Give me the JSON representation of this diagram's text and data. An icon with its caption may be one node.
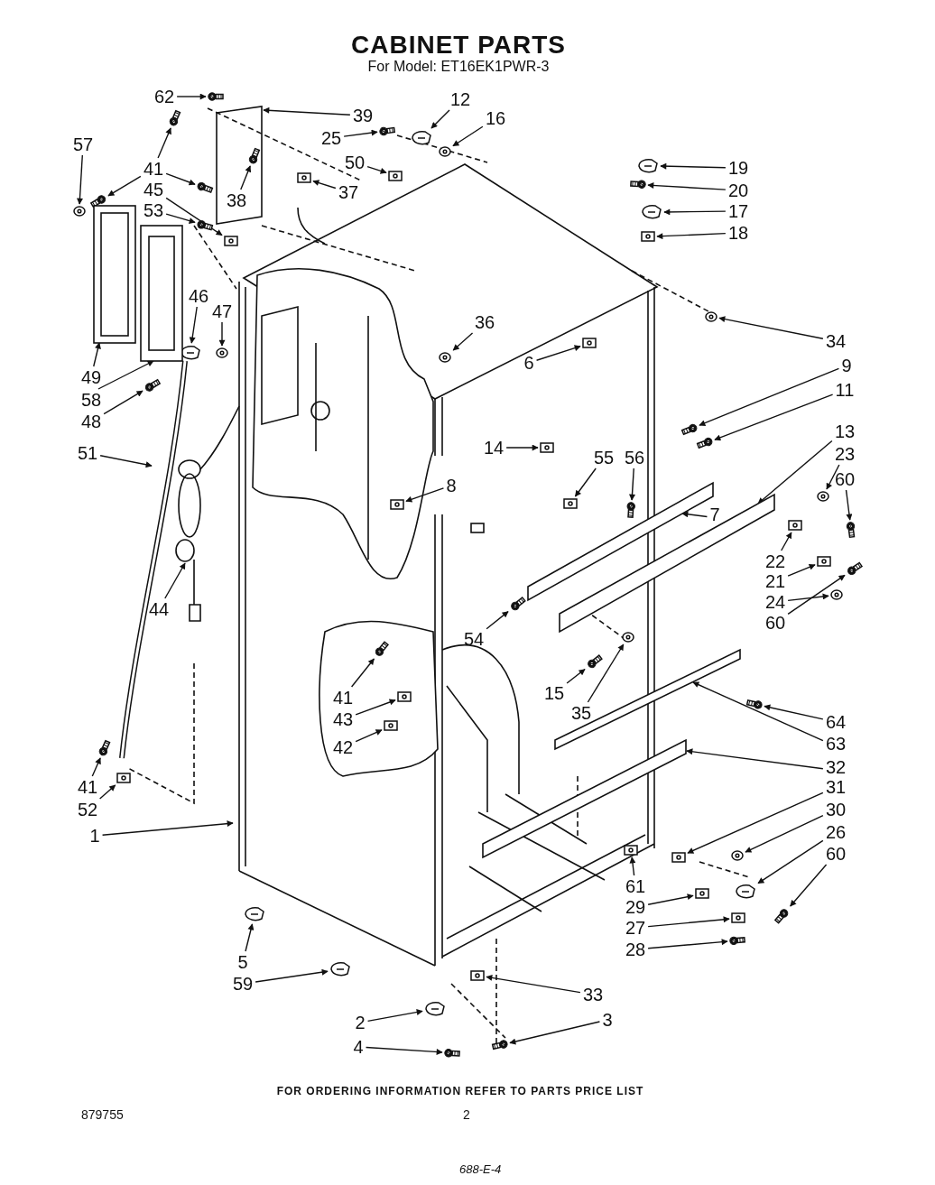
{
  "diagram": {
    "title": "CABINET PARTS",
    "nodes": [
      {
        "text": [
          "62"
        ]
      },
      {
        "text": [
          "39"
        ]
      },
      {
        "text": [
          "12"
        ]
      },
      {
        "text": [
          "25"
        ]
      },
      {
        "text": [
          "16"
        ]
      },
      {
        "text": [
          "50"
        ]
      },
      {
        "text": [
          "57"
        ]
      },
      {
        "text": [
          "41"
        ]
      },
      {
        "text": [
          "45"
        ]
      },
      {
        "text": [
          "53"
        ]
      },
      {
        "text": [
          "38"
        ]
      },
      {
        "text": [
          "37"
        ]
      },
      {
        "text": [
          "19"
        ]
      },
      {
        "text": [
          "20"
        ]
      },
      {
        "text": [
          "17"
        ]
      },
      {
        "text": [
          "18"
        ]
      },
      {
        "text": [
          "46"
        ]
      },
      {
        "text": [
          "47"
        ]
      },
      {
        "text": [
          "36"
        ]
      },
      {
        "text": [
          "34"
        ]
      },
      {
        "text": [
          "6"
        ]
      },
      {
        "text": [
          "9"
        ]
      },
      {
        "text": [
          "11"
        ]
      },
      {
        "text": [
          "49"
        ]
      },
      {
        "text": [
          "58"
        ]
      },
      {
        "text": [
          "48"
        ]
      },
      {
        "text": [
          "51"
        ]
      },
      {
        "text": [
          "14"
        ]
      },
      {
        "text": [
          "13"
        ]
      },
      {
        "text": [
          "55"
        ]
      },
      {
        "text": [
          "56"
        ]
      },
      {
        "text": [
          "23"
        ]
      },
      {
        "text": [
          "60"
        ]
      },
      {
        "text": [
          "7"
        ]
      },
      {
        "text": [
          "8"
        ]
      },
      {
        "text": [
          "22"
        ]
      },
      {
        "text": [
          "21"
        ]
      },
      {
        "text": [
          "24"
        ]
      },
      {
        "text": [
          "60"
        ]
      },
      {
        "text": [
          "44"
        ]
      },
      {
        "text": [
          "54"
        ]
      },
      {
        "text": [
          "15"
        ]
      },
      {
        "text": [
          "35"
        ]
      },
      {
        "text": [
          "41"
        ]
      },
      {
        "text": [
          "43"
        ]
      },
      {
        "text": [
          "42"
        ]
      },
      {
        "text": [
          "64"
        ]
      },
      {
        "text": [
          "63"
        ]
      },
      {
        "text": [
          "32"
        ]
      },
      {
        "text": [
          "41"
        ]
      },
      {
        "text": [
          "52"
        ]
      },
      {
        "text": [
          "31"
        ]
      },
      {
        "text": [
          "30"
        ]
      },
      {
        "text": [
          "26"
        ]
      },
      {
        "text": [
          "60"
        ]
      },
      {
        "text": [
          "1"
        ]
      },
      {
        "text": [
          "61"
        ]
      },
      {
        "text": [
          "29"
        ]
      },
      {
        "text": [
          "27"
        ]
      },
      {
        "text": [
          "28"
        ]
      },
      {
        "text": [
          "5"
        ]
      },
      {
        "text": [
          "59"
        ]
      },
      {
        "text": [
          "33"
        ]
      },
      {
        "text": [
          "2"
        ]
      },
      {
        "text": [
          "3"
        ]
      },
      {
        "text": [
          "4"
        ]
      },
      {
        "text": [],
        "shape": "picture"
      },
      {
        "text": [],
        "shape": "picture"
      },
      {
        "text": [],
        "shape": "picture"
      },
      {
        "text": [],
        "shape": "picture"
      },
      {
        "text": [],
        "shape": "picture"
      },
      {
        "text": [],
        "shape": "picture"
      },
      {
        "text": [],
        "shape": "picture"
      },
      {
        "text": [],
        "shape": "picture"
      },
      {
        "text": [],
        "shape": "picture"
      },
      {
        "text": [],
        "shape": "picture"
      },
      {
        "text": [],
        "shape": "picture"
      },
      {
        "text": [],
        "shape": "picture"
      },
      {
        "text": [],
        "shape": "picture"
      },
      {
        "text": [],
        "shape": "picture"
      },
      {
        "text": [],
        "shape": "picture"
      },
      {
        "text": [],
        "shape": "picture"
      },
      {
        "text": [],
        "shape": "picture"
      },
      {
        "text": [],
        "shape": "picture"
      },
      {
        "text": [],
        "shape": "picture"
      },
      {
        "text": [],
        "shape": "picture"
      },
      {
        "text": [],
        "shape": "picture"
      },
      {
        "text": [],
        "shape": "picture"
      },
      {
        "text": [],
        "shape": "picture"
      },
      {
        "text": [],
        "shape": "picture"
      },
      {
        "text": [],
        "shape": "picture"
      },
      {
        "text": [],
        "shape": "picture"
      },
      {
        "text": [],
        "shape": "picture"
      },
      {
        "text": [],
        "shape": "picture"
      },
      {
        "text": [],
        "shape": "picture"
      },
      {
        "text": [],
        "shape": "picture"
      },
      {
        "text": [],
        "shape": "picture"
      },
      {
        "text": [],
        "shape": "picture"
      },
      {
        "text": [],
        "shape": "picture"
      },
      {
        "text": [],
        "shape": "picture"
      },
      {
        "text": [],
        "shape": "picture"
      },
      {
        "text": [],
        "shape": "picture"
      },
      {
        "text": [],
        "shape": "picture"
      },
      {
        "text": [],
        "shape": "picture"
      },
      {
        "text": [],
        "shape": "picture"
      },
      {
        "text": [],
        "shape": "picture"
      },
      {
        "text": [],
        "shape": "picture"
      },
      {
        "text": [],
        "shape": "picture"
      },
      {
        "text": [],
        "shape": "picture"
      },
      {
        "text": [],
        "shape": "picture"
      },
      {
        "text": [],
        "shape": "picture"
      },
      {
        "text": [],
        "shape": "picture"
      },
      {
        "text": [],
        "shape": "picture"
      },
      {
        "text": [],
        "shape": "picture"
      },
      {
        "text": [],
        "shape": "picture"
      },
      {
        "text": [],
        "shape": "picture"
      },
      {
        "text": [],
        "shape": "picture"
      },
      {
        "text": [],
        "shape": "picture"
      },
      {
        "text": [],
        "shape": "picture"
      },
      {
        "text": [],
        "shape": "picture"
      },
      {
        "text": [],
        "shape": "picture"
      },
      {
        "text": [],
        "shape": "picture"
      },
      {
        "text": [],
        "shape": "picture"
      },
      {
        "text": [],
        "shape": "picture"
      },
      {
        "text": [],
        "shape": "picture"
      },
      {
        "text": [],
        "shape": "picture"
      },
      {
        "text": [],
        "shape": "picture"
      },
      {
        "text": [],
        "shape": "picture"
      },
      {
        "text": [],
        "shape": "picture"
      },
      {
        "text": [],
        "shape": "picture"
      }
    ],
    "edges": [
      {
        "from": 0,
        "to": 66,
        "arrow": "to"
      },
      {
        "from": 1,
        "to": null,
        "arrow": "to"
      },
      {
        "from": 2,
        "to": 67,
        "arrow": "to"
      },
      {
        "from": 3,
        "to": 68,
        "arrow": "to"
      },
      {
        "from": 4,
        "to": 69,
        "arrow": "to"
      },
      {
        "from": 5,
        "to": 70,
        "arrow": "to"
      },
      {
        "from": 6,
        "to": 71,
        "arrow": "to"
      },
      {
        "from": 7,
        "to": 72,
        "arrow": "to"
      },
      {
        "from": 7,
        "to": 73,
        "arrow": "to"
      },
      {
        "from": 7,
        "to": 74,
        "arrow": "to"
      },
      {
        "from": 8,
        "to": 75,
        "arrow": "to"
      },
      {
        "from": 9,
        "to": 76,
        "arrow": "to"
      },
      {
        "from": 10,
        "to": 77,
        "arrow": "to"
      },
      {
        "from": 11,
        "to": 78,
        "arrow": "to"
      },
      {
        "from": 12,
        "to": 79,
        "arrow": "to"
      },
      {
        "from": 13,
        "to": 80,
        "arrow": "to"
      },
      {
        "from": 14,
        "to": 81,
        "arrow": "to"
      },
      {
        "from": 15,
        "to": 82,
        "arrow": "to"
      },
      {
        "from": 16,
        "to": 83,
        "arrow": "to"
      },
      {
        "from": 17,
        "to": 84,
        "arrow": "to"
      },
      {
        "from": 18,
        "to": 85,
        "arrow": "to"
      },
      {
        "from": 19,
        "to": 86,
        "arrow": "to"
      },
      {
        "from": 20,
        "to": 87,
        "arrow": "to"
      },
      {
        "from": 21,
        "to": 88,
        "arrow": "to"
      },
      {
        "from": 22,
        "to": 89,
        "arrow": "to"
      },
      {
        "from": 23,
        "to": 124,
        "arrow": "to"
      },
      {
        "from": 24,
        "to": 125,
        "arrow": "to"
      },
      {
        "from": 25,
        "to": 90,
        "arrow": "to"
      },
      {
        "from": 26,
        "to": null,
        "arrow": "to"
      },
      {
        "from": 27,
        "to": 91,
        "arrow": "to"
      },
      {
        "from": 28,
        "to": 127,
        "arrow": "to"
      },
      {
        "from": 29,
        "to": 92,
        "arrow": "to"
      },
      {
        "from": 30,
        "to": 93,
        "arrow": "to"
      },
      {
        "from": 31,
        "to": 94,
        "arrow": "to"
      },
      {
        "from": 32,
        "to": 95,
        "arrow": "to"
      },
      {
        "from": 33,
        "to": 126,
        "arrow": "to"
      },
      {
        "from": 34,
        "to": 96,
        "arrow": "to"
      },
      {
        "from": 35,
        "to": 97,
        "arrow": "to"
      },
      {
        "from": 36,
        "to": 98,
        "arrow": "to"
      },
      {
        "from": 37,
        "to": 99,
        "arrow": "to"
      },
      {
        "from": 38,
        "to": 100,
        "arrow": "to"
      },
      {
        "from": 39,
        "to": null,
        "arrow": "to"
      },
      {
        "from": 40,
        "to": 101,
        "arrow": "to"
      },
      {
        "from": 41,
        "to": 102,
        "arrow": "to"
      },
      {
        "from": 42,
        "to": 103,
        "arrow": "to"
      },
      {
        "from": 43,
        "to": 104,
        "arrow": "to"
      },
      {
        "from": 44,
        "to": 105,
        "arrow": "to"
      },
      {
        "from": 45,
        "to": 106,
        "arrow": "to"
      },
      {
        "from": 46,
        "to": 107,
        "arrow": "to"
      },
      {
        "from": 47,
        "to": 128,
        "arrow": "to"
      },
      {
        "from": 48,
        "to": 129,
        "arrow": "to"
      },
      {
        "from": 49,
        "to": 108,
        "arrow": "to"
      },
      {
        "from": 50,
        "to": 109,
        "arrow": "to"
      },
      {
        "from": 51,
        "to": 110,
        "arrow": "to"
      },
      {
        "from": 52,
        "to": 111,
        "arrow": "to"
      },
      {
        "from": 53,
        "to": 112,
        "arrow": "to"
      },
      {
        "from": 54,
        "to": 113,
        "arrow": "to"
      },
      {
        "from": 55,
        "to": null,
        "arrow": "to"
      },
      {
        "from": 56,
        "to": 114,
        "arrow": "to"
      },
      {
        "from": 57,
        "to": 115,
        "arrow": "to"
      },
      {
        "from": 58,
        "to": 116,
        "arrow": "to"
      },
      {
        "from": 59,
        "to": 117,
        "arrow": "to"
      },
      {
        "from": 60,
        "to": 118,
        "arrow": "to"
      },
      {
        "from": 61,
        "to": 119,
        "arrow": "to"
      },
      {
        "from": 62,
        "to": 120,
        "arrow": "to"
      },
      {
        "from": 63,
        "to": 121,
        "arrow": "to"
      },
      {
        "from": 64,
        "to": 122,
        "arrow": "to"
      },
      {
        "from": 65,
        "to": 123,
        "arrow": "to"
      }
    ],
    "labels": [
      "For Model: ET16EK1PWR-3",
      "FOR ORDERING INFORMATION REFER TO PARTS PRICE LIST",
      "879755",
      "2",
      "688-E-4"
    ]
  }
}
